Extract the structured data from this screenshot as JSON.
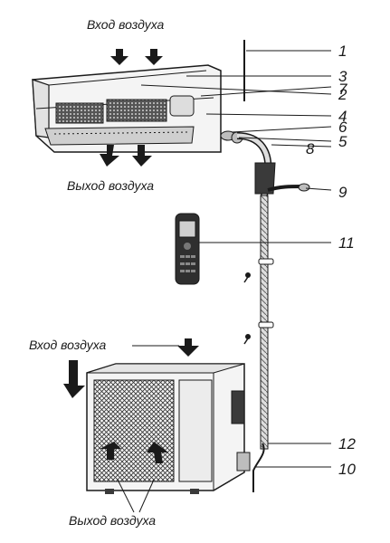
{
  "captions": {
    "indoor_air_in": "Вход воздуха",
    "indoor_air_out": "Выход воздуха",
    "outdoor_air_in": "Вход воздуха",
    "outdoor_air_out": "Выход воздуха"
  },
  "callouts": [
    "1",
    "2",
    "3",
    "4",
    "5",
    "6",
    "7",
    "8",
    "9",
    "10",
    "11",
    "12"
  ],
  "icons": {
    "airflow_arrow": "airflow-arrow-icon",
    "screw": "screw-icon"
  },
  "colors": {
    "line": "#1a1a1a",
    "unit_fill": "#f4f4f4",
    "shade": "#bdbdbd",
    "dark": "#3a3a3a"
  }
}
